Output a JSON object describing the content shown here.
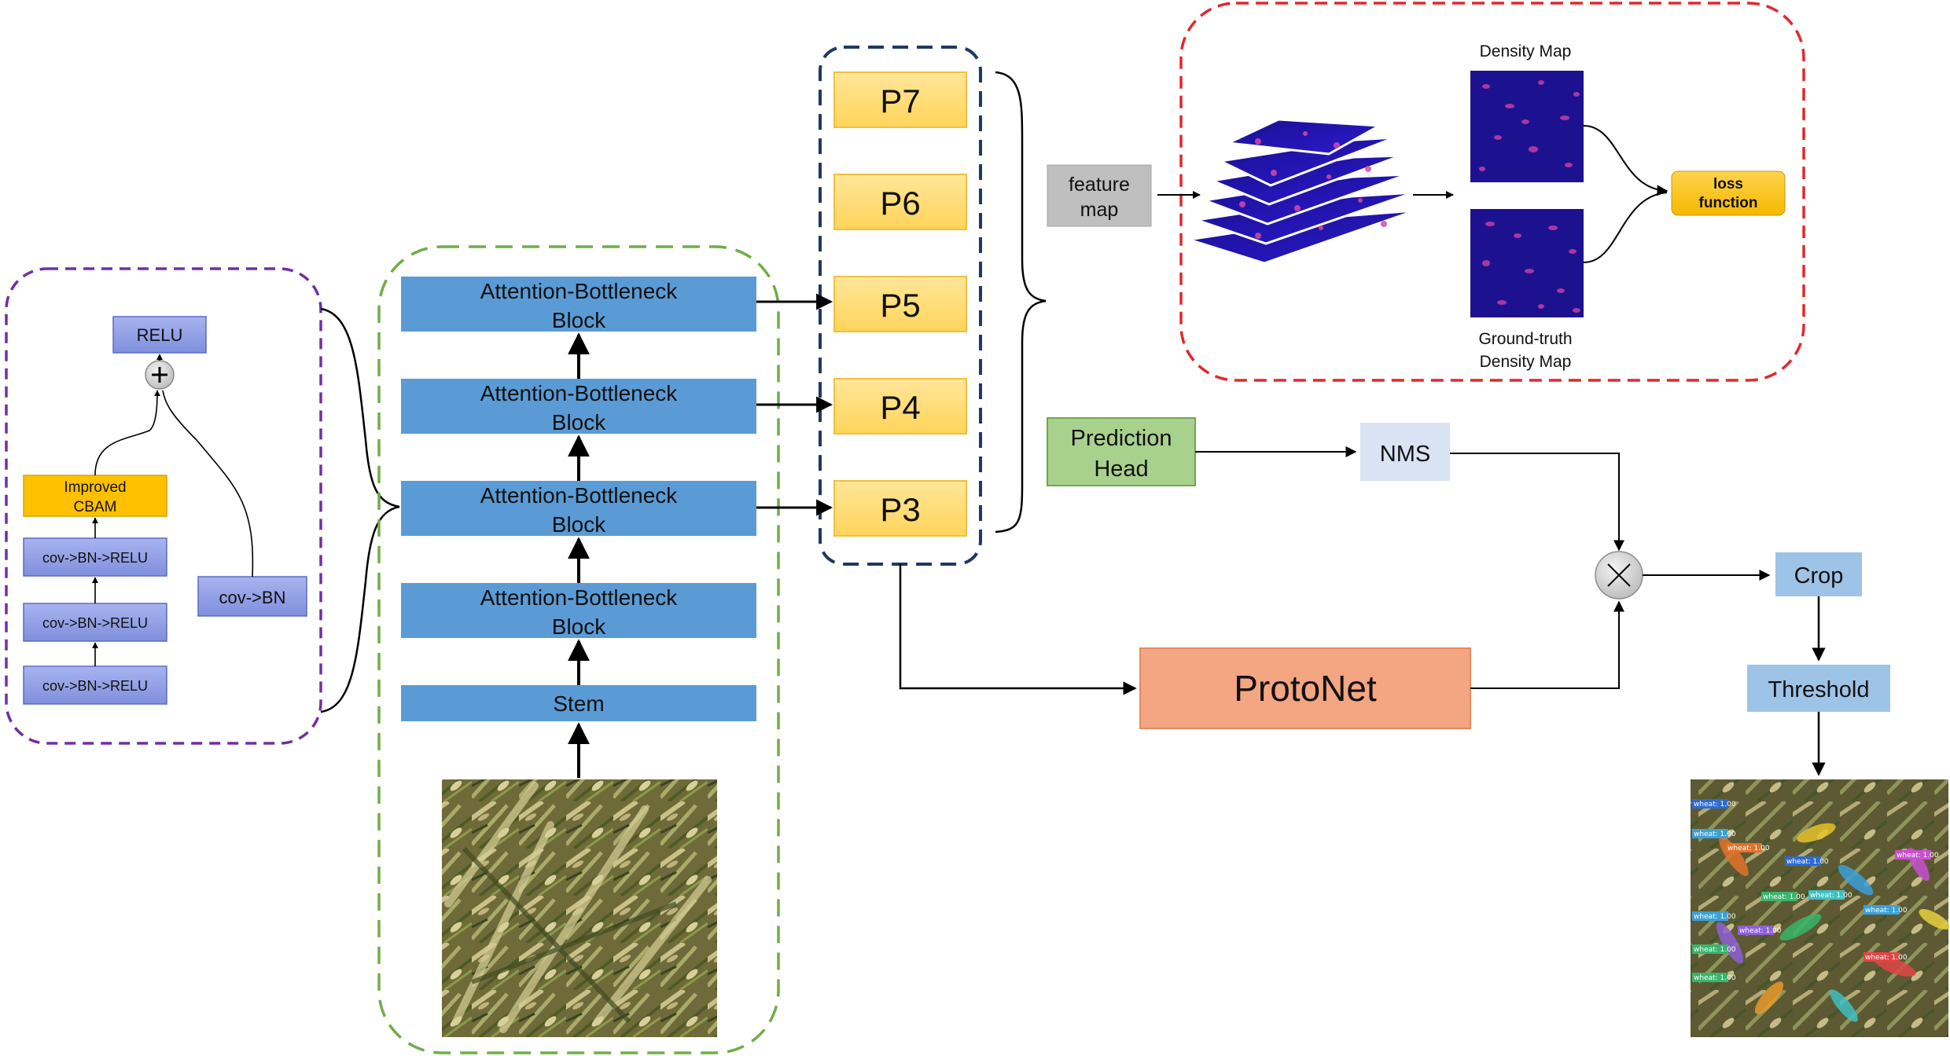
{
  "residual_block": {
    "relu_label": "RELU",
    "cbam_label_line1": "Improved",
    "cbam_label_line2": "CBAM",
    "conv_bn_relu_1": "cov->BN->RELU",
    "conv_bn_relu_2": "cov->BN->RELU",
    "conv_bn_relu_3": "cov->BN->RELU",
    "conv_bn_label": "cov->BN"
  },
  "backbone": {
    "block4_line1": "Attention-Bottleneck",
    "block4_line2": "Block",
    "block3_line1": "Attention-Bottleneck",
    "block3_line2": "Block",
    "block2_line1": "Attention-Bottleneck",
    "block2_line2": "Block",
    "block1_line1": "Attention-Bottleneck",
    "block1_line2": "Block",
    "stem_label": "Stem"
  },
  "pyramid": {
    "p7": "P7",
    "p6": "P6",
    "p5": "P5",
    "p4": "P4",
    "p3": "P3"
  },
  "density_branch": {
    "feature_map_line1": "feature",
    "feature_map_line2": "map",
    "density_map_label": "Density Map",
    "ground_truth_line1": "Ground-truth",
    "ground_truth_line2": "Density Map",
    "loss_line1": "loss",
    "loss_line2": "function"
  },
  "head": {
    "prediction_head_line1": "Prediction",
    "prediction_head_line2": "Head",
    "nms_label": "NMS",
    "protonet_label": "ProtoNet",
    "crop_label": "Crop",
    "threshold_label": "Threshold",
    "multiply_symbol": "×"
  },
  "detection_tag": "wheat: 1.00",
  "colors": {
    "purple_dash": "#7030a0",
    "green_dash": "#70ad47",
    "navy_dash": "#1f3864",
    "red_dash": "#e0282c",
    "blue_block": "#5b9bd5",
    "yellow_p": "#ffd966",
    "lavender_box": "#8e9ce4",
    "orange_cbam": "#ffc000",
    "green_head": "#a9d18e",
    "salmon_protonet": "#f4a582",
    "lightblue_box": "#9dc3e6",
    "grey_box": "#bfbfbf",
    "nms_box": "#dae3f3"
  }
}
